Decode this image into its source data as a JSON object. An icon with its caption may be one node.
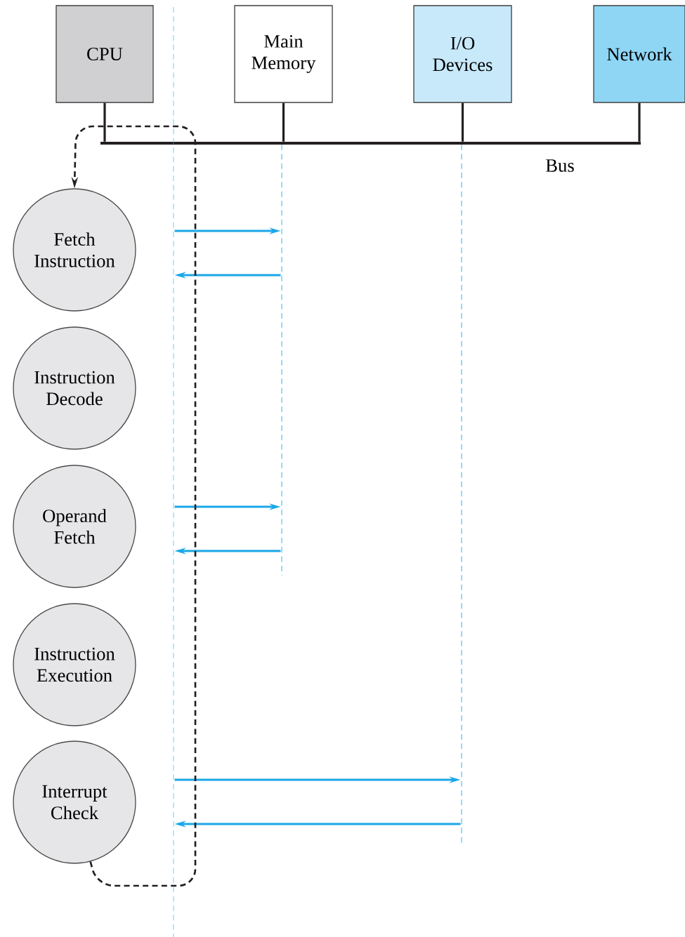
{
  "diagram": {
    "nodes": [
      {
        "text": [
          "CPU"
        ]
      },
      {
        "text": [
          "Main Memory"
        ]
      },
      {
        "text": [
          "I/O Devices"
        ]
      },
      {
        "text": [
          "Network"
        ]
      },
      {
        "text": [],
        "shape": "bar",
        "beside": [
          "Bus"
        ]
      },
      {
        "text": [
          "Fetch Instruction"
        ]
      },
      {
        "text": [
          "Instruction Decode"
        ]
      },
      {
        "text": [
          "Operand Fetch"
        ]
      },
      {
        "text": [
          "Instruction Execution"
        ]
      },
      {
        "text": [
          "Interrupt Check"
        ]
      },
      {
        "text": [],
        "shape": "line"
      },
      {
        "text": [],
        "shape": "line"
      },
      {
        "text": [],
        "shape": "line"
      }
    ],
    "edges": [
      {
        "from": 0,
        "to": 4,
        "arrow": "none",
        "color": "#231f20"
      },
      {
        "from": 1,
        "to": 4,
        "arrow": "none",
        "color": "#231f20"
      },
      {
        "from": 2,
        "to": 4,
        "arrow": "none",
        "color": "#231f20"
      },
      {
        "from": 3,
        "to": 4,
        "arrow": "none",
        "color": "#231f20"
      },
      {
        "from": 10,
        "to": 11,
        "arrow": "to"
      },
      {
        "from": 11,
        "to": 10,
        "arrow": "to"
      },
      {
        "from": 10,
        "to": 11,
        "arrow": "to"
      },
      {
        "from": 11,
        "to": 10,
        "arrow": "to"
      },
      {
        "from": 10,
        "to": 12,
        "arrow": "to"
      },
      {
        "from": 12,
        "to": 10,
        "arrow": "to"
      },
      {
        "from": 9,
        "to": 5,
        "arrow": "to",
        "style": "dashed",
        "color": "#231f20"
      }
    ]
  }
}
